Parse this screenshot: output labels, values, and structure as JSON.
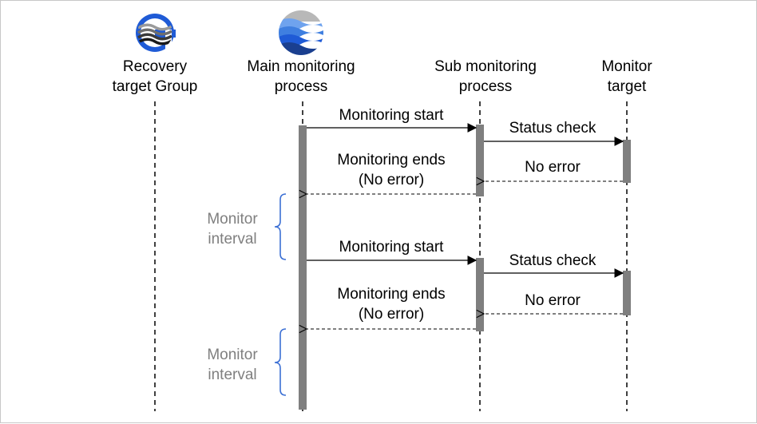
{
  "participants": [
    {
      "line1": "Recovery",
      "line2": "target Group",
      "icon": "recovery-group-icon"
    },
    {
      "line1": "Main monitoring",
      "line2": "process",
      "icon": "monitoring-process-icon"
    },
    {
      "line1": "Sub monitoring",
      "line2": "process"
    },
    {
      "line1": "Monitor",
      "line2": "target"
    }
  ],
  "messages": [
    {
      "text": "Monitoring start"
    },
    {
      "text": "Status check"
    },
    {
      "text": "No error"
    },
    {
      "line1": "Monitoring ends",
      "line2": "(No error)"
    },
    {
      "text": "Monitoring start"
    },
    {
      "text": "Status check"
    },
    {
      "text": "No error"
    },
    {
      "line1": "Monitoring ends",
      "line2": "(No error)"
    }
  ],
  "intervals": [
    {
      "line1": "Monitor",
      "line2": "interval"
    },
    {
      "line1": "Monitor",
      "line2": "interval"
    }
  ],
  "colors": {
    "activation": "#7f7f7f",
    "brace": "#3b6fd4",
    "icon_blue": "#1f5bd6",
    "icon_dark": "#1a3f8f",
    "icon_gray": "#9a9a9a",
    "interval_text": "#7f7f7f"
  }
}
